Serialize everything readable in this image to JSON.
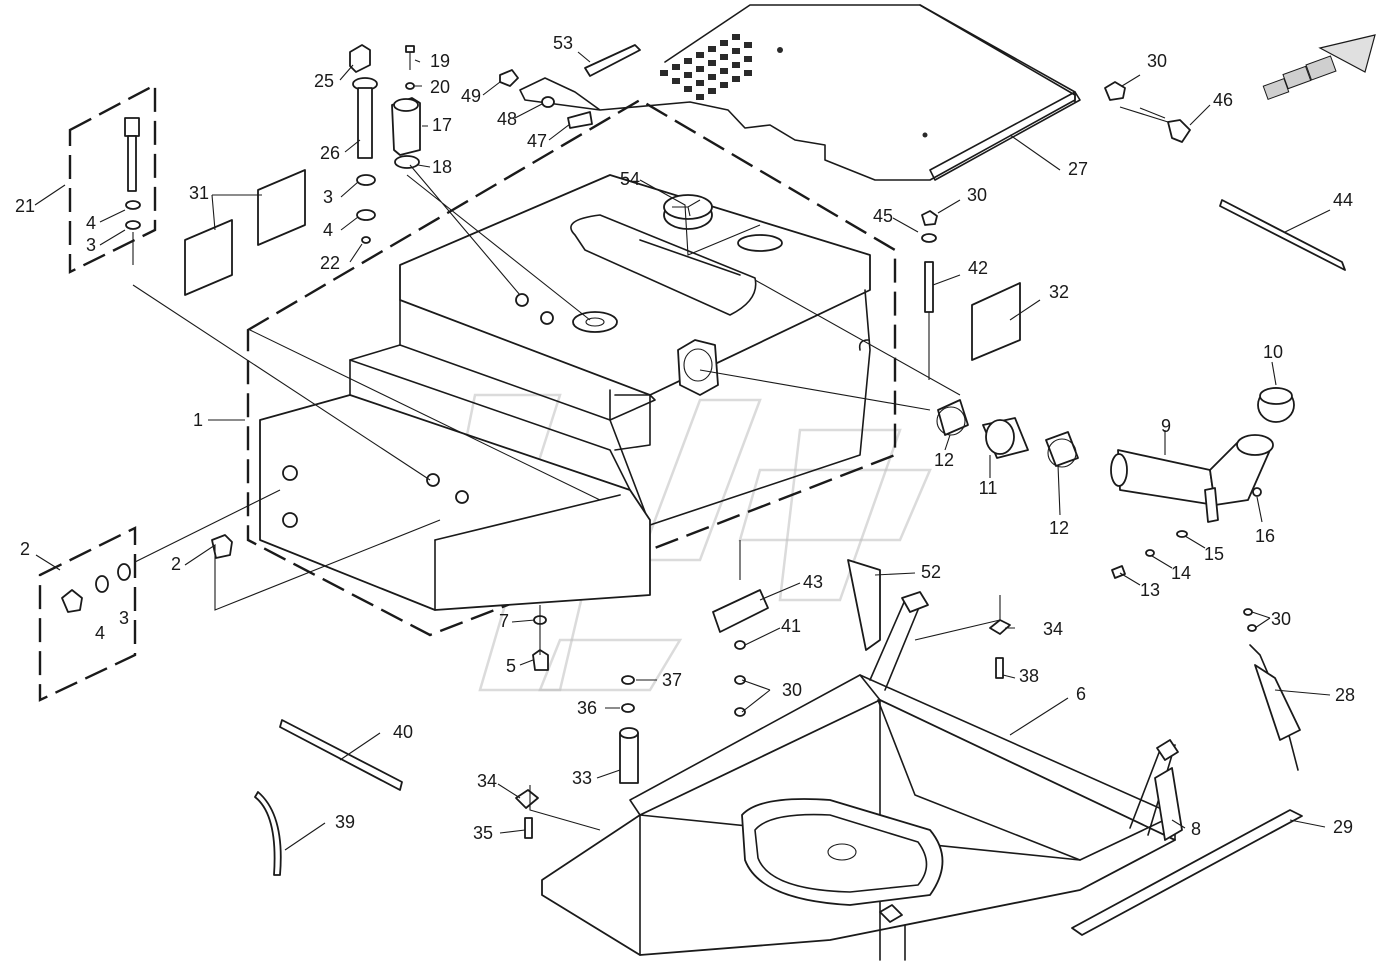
{
  "callouts": {
    "c1": "1",
    "c2a": "2",
    "c2b": "2",
    "c3a": "3",
    "c3b": "3",
    "c3c": "3",
    "c4a": "4",
    "c4b": "4",
    "c4c": "4",
    "c5": "5",
    "c6": "6",
    "c7": "7",
    "c8": "8",
    "c9": "9",
    "c10": "10",
    "c11": "11",
    "c12a": "12",
    "c12b": "12",
    "c13": "13",
    "c14": "14",
    "c15": "15",
    "c16": "16",
    "c17": "17",
    "c18": "18",
    "c19": "19",
    "c20": "20",
    "c21": "21",
    "c22": "22",
    "c25": "25",
    "c26": "26",
    "c27": "27",
    "c28": "28",
    "c29": "29",
    "c30a": "30",
    "c30b": "30",
    "c30c": "30",
    "c30d": "30",
    "c31": "31",
    "c32": "32",
    "c33": "33",
    "c34a": "34",
    "c34b": "34",
    "c35": "35",
    "c36": "36",
    "c37": "37",
    "c38": "38",
    "c39": "39",
    "c40": "40",
    "c41": "41",
    "c42": "42",
    "c43": "43",
    "c44": "44",
    "c45": "45",
    "c46": "46",
    "c47": "47",
    "c48": "48",
    "c49": "49",
    "c52": "52",
    "c53": "53",
    "c54": "54"
  }
}
